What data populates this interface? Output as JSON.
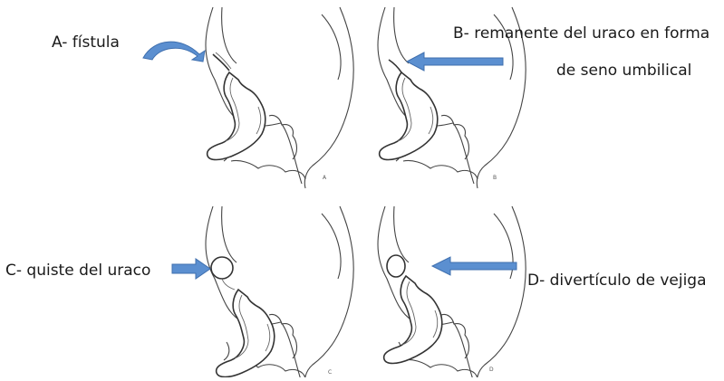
{
  "labels": {
    "a": "A- fístula",
    "b_line1": "B- remanente del uraco en forma",
    "b_line2": "de seno umbilical",
    "c": "C- quiste del uraco",
    "d": "D- divertículo de vejiga"
  },
  "panel_letters": {
    "a": "A",
    "b": "B",
    "c": "C",
    "d": "D"
  },
  "colors": {
    "arrow": "#5b8fd0",
    "arrow_stroke": "#3f6fae",
    "line": "#444444"
  }
}
